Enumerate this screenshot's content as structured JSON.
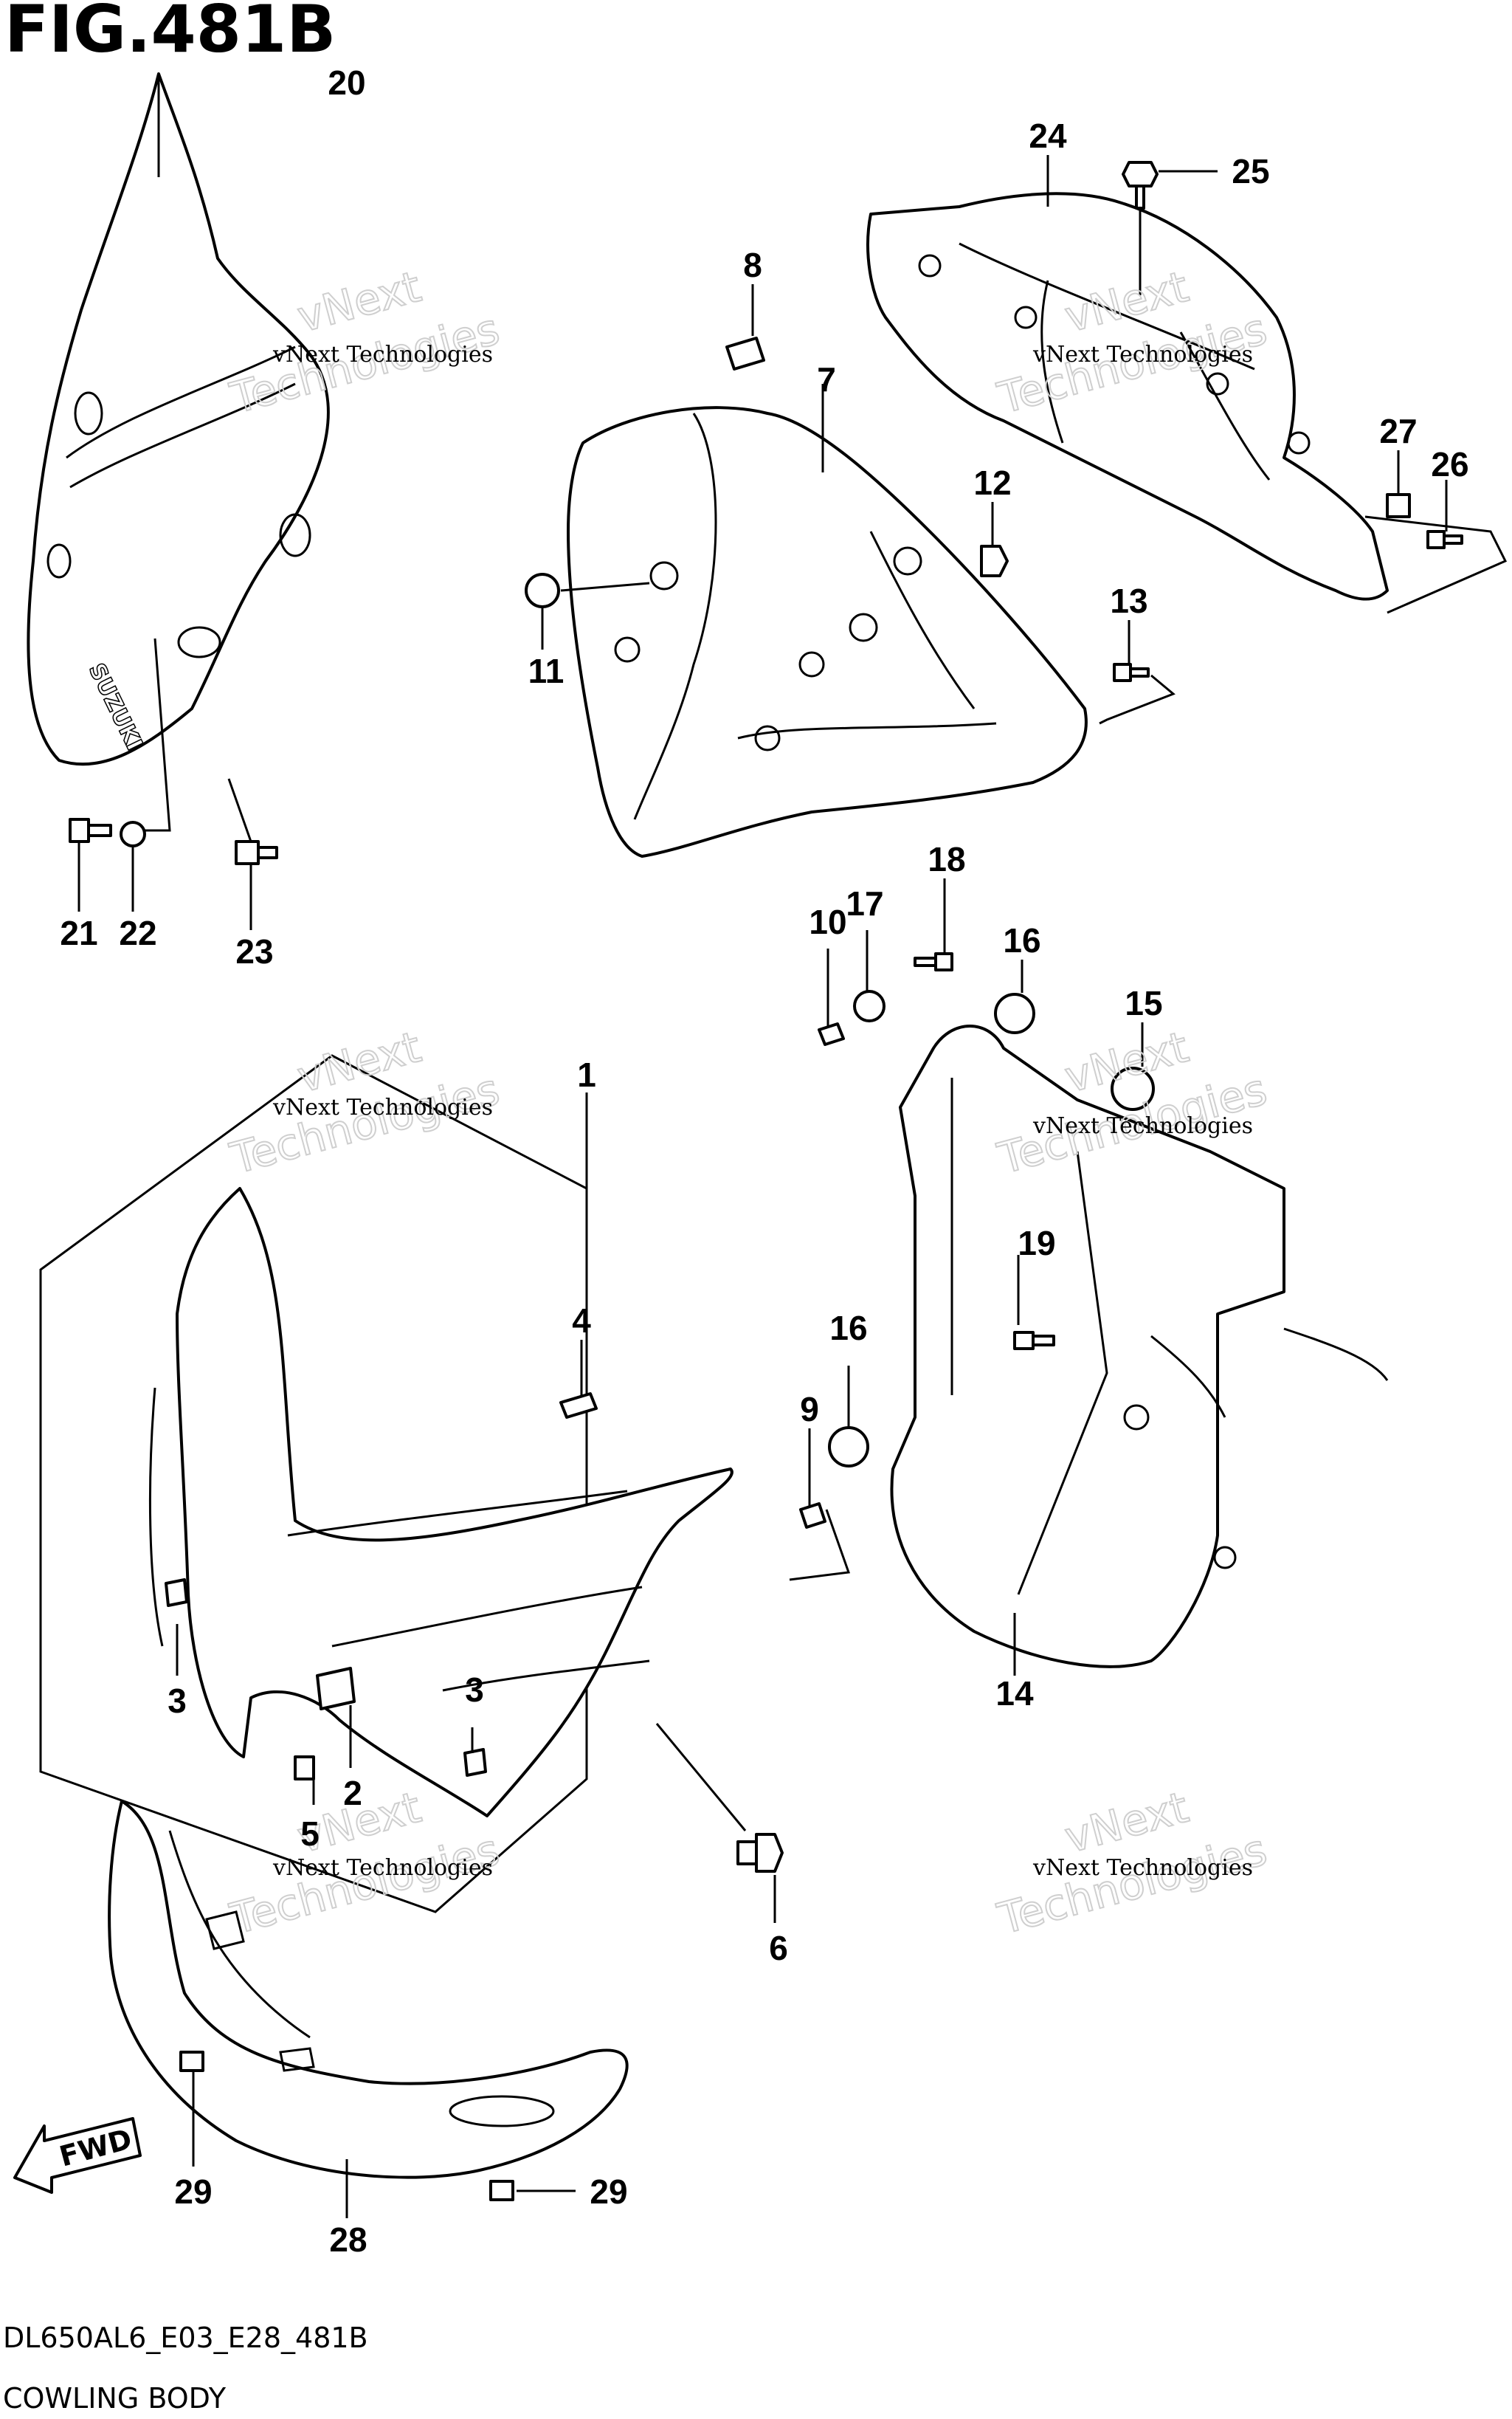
{
  "figure": {
    "title": "FIG.481B",
    "code": "DL650AL6_E03_E28_481B",
    "name": "COWLING BODY",
    "direction_badge": "FWD",
    "brand_on_screen": "SUZUKI"
  },
  "watermark": {
    "line1": "vNext Technologies",
    "line2": "Technologies",
    "line3": "vNext"
  },
  "callouts": [
    {
      "id": "c20",
      "label": "20"
    },
    {
      "id": "c8",
      "label": "8"
    },
    {
      "id": "c7",
      "label": "7"
    },
    {
      "id": "c24",
      "label": "24"
    },
    {
      "id": "c25",
      "label": "25"
    },
    {
      "id": "c27",
      "label": "27"
    },
    {
      "id": "c26",
      "label": "26"
    },
    {
      "id": "c12",
      "label": "12"
    },
    {
      "id": "c13",
      "label": "13"
    },
    {
      "id": "c11",
      "label": "11"
    },
    {
      "id": "c21",
      "label": "21"
    },
    {
      "id": "c22",
      "label": "22"
    },
    {
      "id": "c23",
      "label": "23"
    },
    {
      "id": "c18",
      "label": "18"
    },
    {
      "id": "c10",
      "label": "10"
    },
    {
      "id": "c17",
      "label": "17"
    },
    {
      "id": "c16a",
      "label": "16"
    },
    {
      "id": "c15",
      "label": "15"
    },
    {
      "id": "c1",
      "label": "1"
    },
    {
      "id": "c4",
      "label": "4"
    },
    {
      "id": "c19",
      "label": "19"
    },
    {
      "id": "c16b",
      "label": "16"
    },
    {
      "id": "c9",
      "label": "9"
    },
    {
      "id": "c3a",
      "label": "3"
    },
    {
      "id": "c3b",
      "label": "3"
    },
    {
      "id": "c2",
      "label": "2"
    },
    {
      "id": "c5",
      "label": "5"
    },
    {
      "id": "c14",
      "label": "14"
    },
    {
      "id": "c6",
      "label": "6"
    },
    {
      "id": "c29a",
      "label": "29"
    },
    {
      "id": "c29b",
      "label": "29"
    },
    {
      "id": "c28",
      "label": "28"
    }
  ]
}
